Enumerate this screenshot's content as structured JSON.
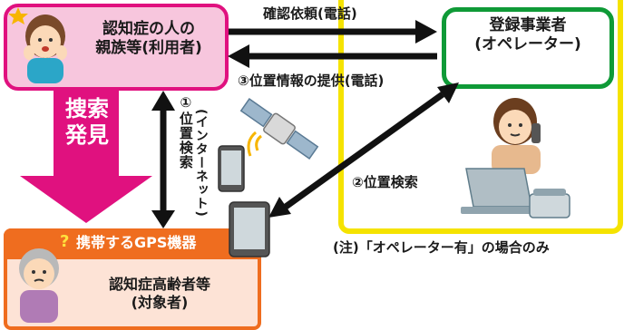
{
  "family": {
    "line1": "認知症の人の",
    "line2": "親族等(利用者)"
  },
  "operator": {
    "line1": "登録事業者",
    "line2": "(オペレーター)"
  },
  "elder": {
    "header": "携帯するGPS機器",
    "line1": "認知症高齢者等",
    "line2": "(対象者)"
  },
  "arrows": {
    "confirm_request": "確認依頼(電話)",
    "location_info": "③位置情報の提供(電話)",
    "location_search_internet": "①位置検索",
    "location_search_internet_sub": "(インターネット)",
    "location_search_operator": "②位置検索"
  },
  "search_found": {
    "line1": "捜索",
    "line2": "発見"
  },
  "note": "(注)「オペレーター有」の場合のみ",
  "colors": {
    "pink": "#e0117f",
    "pink_light": "#f7c6dd",
    "green": "#0f9a37",
    "orange": "#ef6d1f",
    "yellow": "#f5e300",
    "arrow": "#111111"
  },
  "icons": [
    "satellite-icon",
    "smartphone-icon",
    "gps-device-icon",
    "worried-woman-icon",
    "elder-woman-icon",
    "operator-person-icon",
    "laptop-icon",
    "desk-phone-icon"
  ]
}
